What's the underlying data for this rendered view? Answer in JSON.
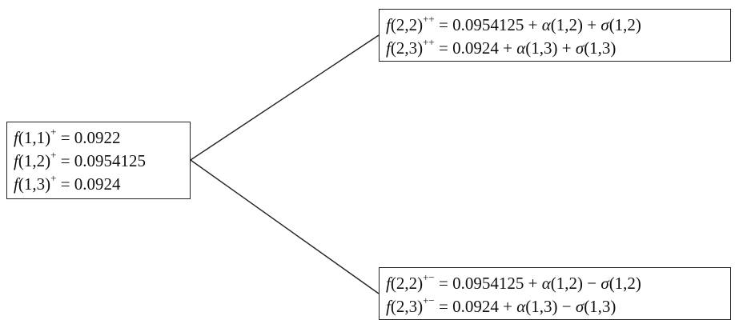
{
  "diagram": {
    "root": {
      "equations": [
        {
          "fn": "f",
          "args": "(1,1)",
          "sup": "+",
          "rhs": " = 0.0922"
        },
        {
          "fn": "f",
          "args": "(1,2)",
          "sup": "+",
          "rhs": " = 0.0954125"
        },
        {
          "fn": "f",
          "args": "(1,3)",
          "sup": "+",
          "rhs": " = 0.0924"
        }
      ]
    },
    "up": {
      "equations": [
        {
          "fn": "f",
          "args": "(2,2)",
          "sup": "++",
          "rhs_a": " = 0.0954125 + ",
          "alpha": "α",
          "alpha_args": "(1,2)",
          "op": " + ",
          "sigma": "σ",
          "sigma_args": "(1,2)"
        },
        {
          "fn": "f",
          "args": "(2,3)",
          "sup": "++",
          "rhs_a": " = 0.0924 + ",
          "alpha": "α",
          "alpha_args": "(1,3)",
          "op": " + ",
          "sigma": "σ",
          "sigma_args": "(1,3)"
        }
      ]
    },
    "down": {
      "equations": [
        {
          "fn": "f",
          "args": "(2,2)",
          "sup": "+−",
          "rhs_a": " = 0.0954125 + ",
          "alpha": "α",
          "alpha_args": "(1,2)",
          "op": " − ",
          "sigma": "σ",
          "sigma_args": "(1,2)"
        },
        {
          "fn": "f",
          "args": "(2,3)",
          "sup": "+−",
          "rhs_a": " = 0.0924 + ",
          "alpha": "α",
          "alpha_args": "(1,3)",
          "op": " − ",
          "sigma": "σ",
          "sigma_args": "(1,3)"
        }
      ]
    }
  }
}
